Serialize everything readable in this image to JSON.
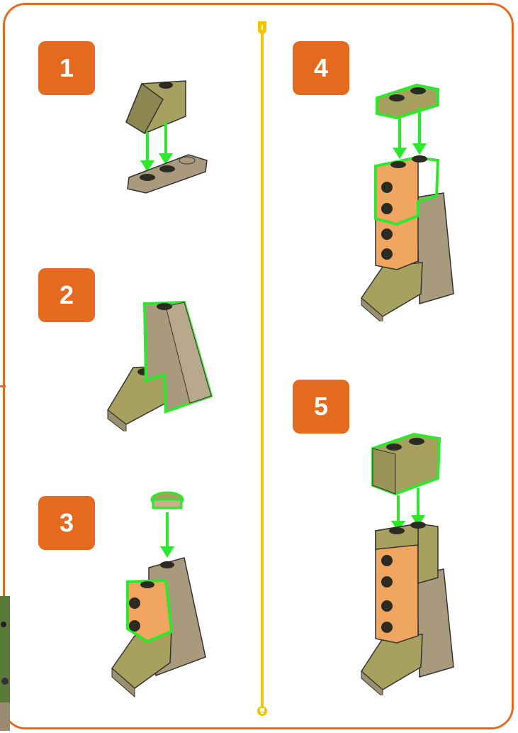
{
  "steps": [
    {
      "number": "1"
    },
    {
      "number": "2"
    },
    {
      "number": "3"
    },
    {
      "number": "4"
    },
    {
      "number": "5"
    }
  ],
  "colors": {
    "frame": "#e36a1f",
    "badge": "#e36a1f",
    "divider": "#f5c400",
    "olive": "#a8a05e",
    "tan": "#a99a7e",
    "orange_brick": "#f0a660",
    "highlight": "#2ee82e"
  },
  "icons": [
    "flag-icon",
    "trophy-icon",
    "arrow-down-icon"
  ]
}
